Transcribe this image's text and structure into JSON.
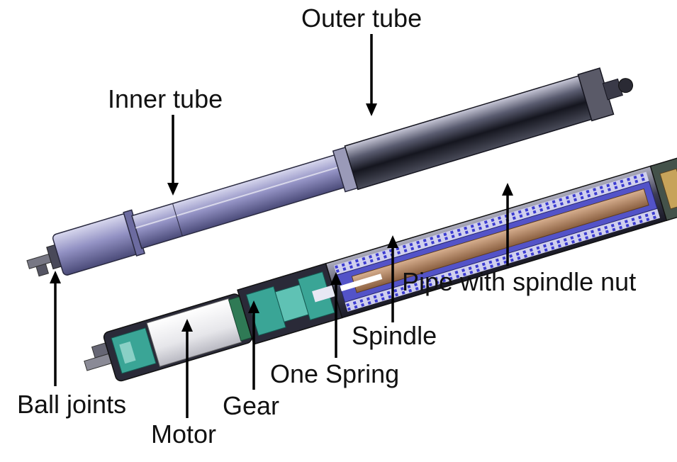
{
  "labels": {
    "outer_tube": "Outer tube",
    "inner_tube": "Inner tube",
    "pipe_with_spindle_nut": "Pipe with spindle nut",
    "spindle": "Spindle",
    "one_spring": "One Spring",
    "ball_joints": "Ball joints",
    "gear": "Gear",
    "motor": "Motor"
  },
  "colors": {
    "outer_tube": "#2a2c3a",
    "inner_tube": "#8e8dc0",
    "spindle_pipe": "#a67b5b",
    "spring": "#3b3bd0",
    "motor": "#eeeeef",
    "gear": "#3aa596",
    "label_text": "#111111"
  }
}
